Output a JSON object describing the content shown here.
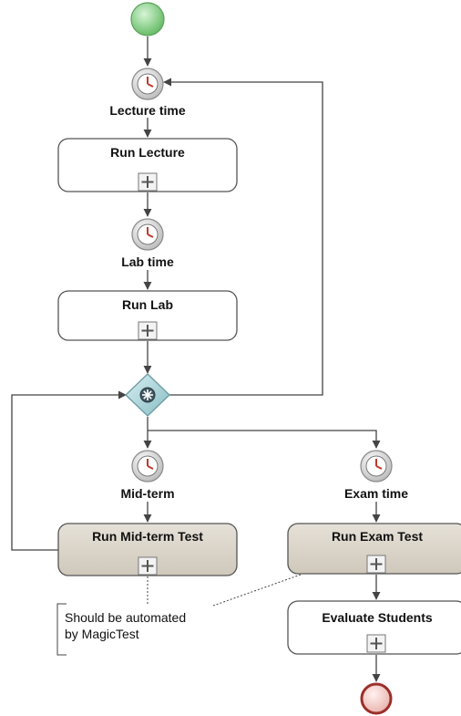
{
  "events": {
    "lecture_time": "Lecture time",
    "lab_time": "Lab time",
    "midterm": "Mid-term",
    "exam_time": "Exam time"
  },
  "tasks": {
    "run_lecture": "Run Lecture",
    "run_lab": "Run Lab",
    "run_midterm": "Run Mid-term Test",
    "run_exam": "Run Exam Test",
    "evaluate": "Evaluate Students"
  },
  "annotation": {
    "line1": "Should be automated",
    "line2": "by MagicTest"
  },
  "colors": {
    "start_event": "#7fcf7f",
    "end_event": "#f2c0bc",
    "gateway": "#a7d3d8",
    "manual_task_fill": "#dcd6cc",
    "task_fill": "#ffffff"
  }
}
